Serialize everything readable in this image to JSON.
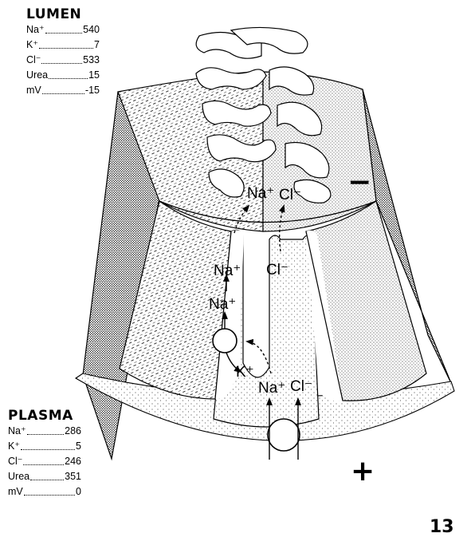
{
  "lumen": {
    "title": "LUMEN",
    "rows": [
      {
        "label": "Na⁺",
        "value": "540"
      },
      {
        "label": "K⁺",
        "value": "7"
      },
      {
        "label": "Cl⁻",
        "value": "533"
      },
      {
        "label": "Urea",
        "value": "15"
      },
      {
        "label": "mV",
        "value": "-15"
      }
    ]
  },
  "plasma": {
    "title": "PLASMA",
    "rows": [
      {
        "label": "Na⁺",
        "value": "286"
      },
      {
        "label": "K⁺",
        "value": "5"
      },
      {
        "label": "Cl⁻",
        "value": "246"
      },
      {
        "label": "Urea",
        "value": "351"
      },
      {
        "label": "mV",
        "value": "0"
      }
    ]
  },
  "diagram": {
    "apical_na": "Na⁺",
    "apical_cl": "Cl⁻",
    "cell_na_upper": "Na⁺",
    "cell_na_mid": "Na⁺",
    "cell_cl": "Cl⁻",
    "cell_k": "K⁺",
    "basal_na": "Na⁺",
    "basal_cl": "Cl⁻",
    "lumen_sign": "−",
    "plasma_sign": "+"
  },
  "figure_number": "13",
  "colors": {
    "ink": "#000000",
    "background": "#ffffff"
  }
}
